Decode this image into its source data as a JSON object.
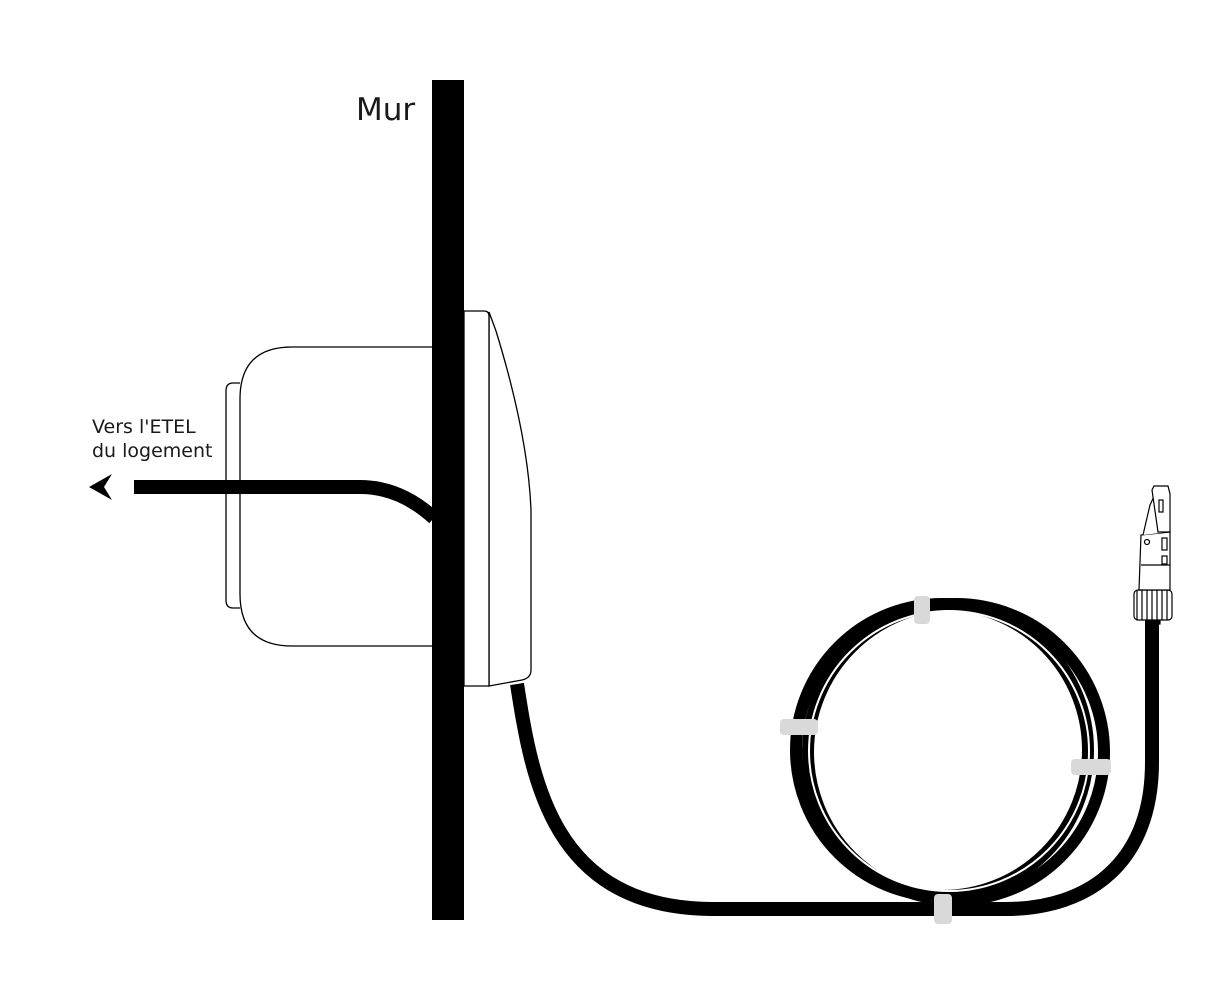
{
  "labels": {
    "wall": "Mur",
    "destination_line1": "Vers l'ETEL",
    "destination_line2": "du logement"
  },
  "colors": {
    "stroke": "#000000",
    "cable": "#000000",
    "tie": "#d9d9d9",
    "background": "#ffffff",
    "text": "#1a1a1a"
  },
  "icons": [
    "arrow-left-icon",
    "fiber-connector-icon"
  ]
}
